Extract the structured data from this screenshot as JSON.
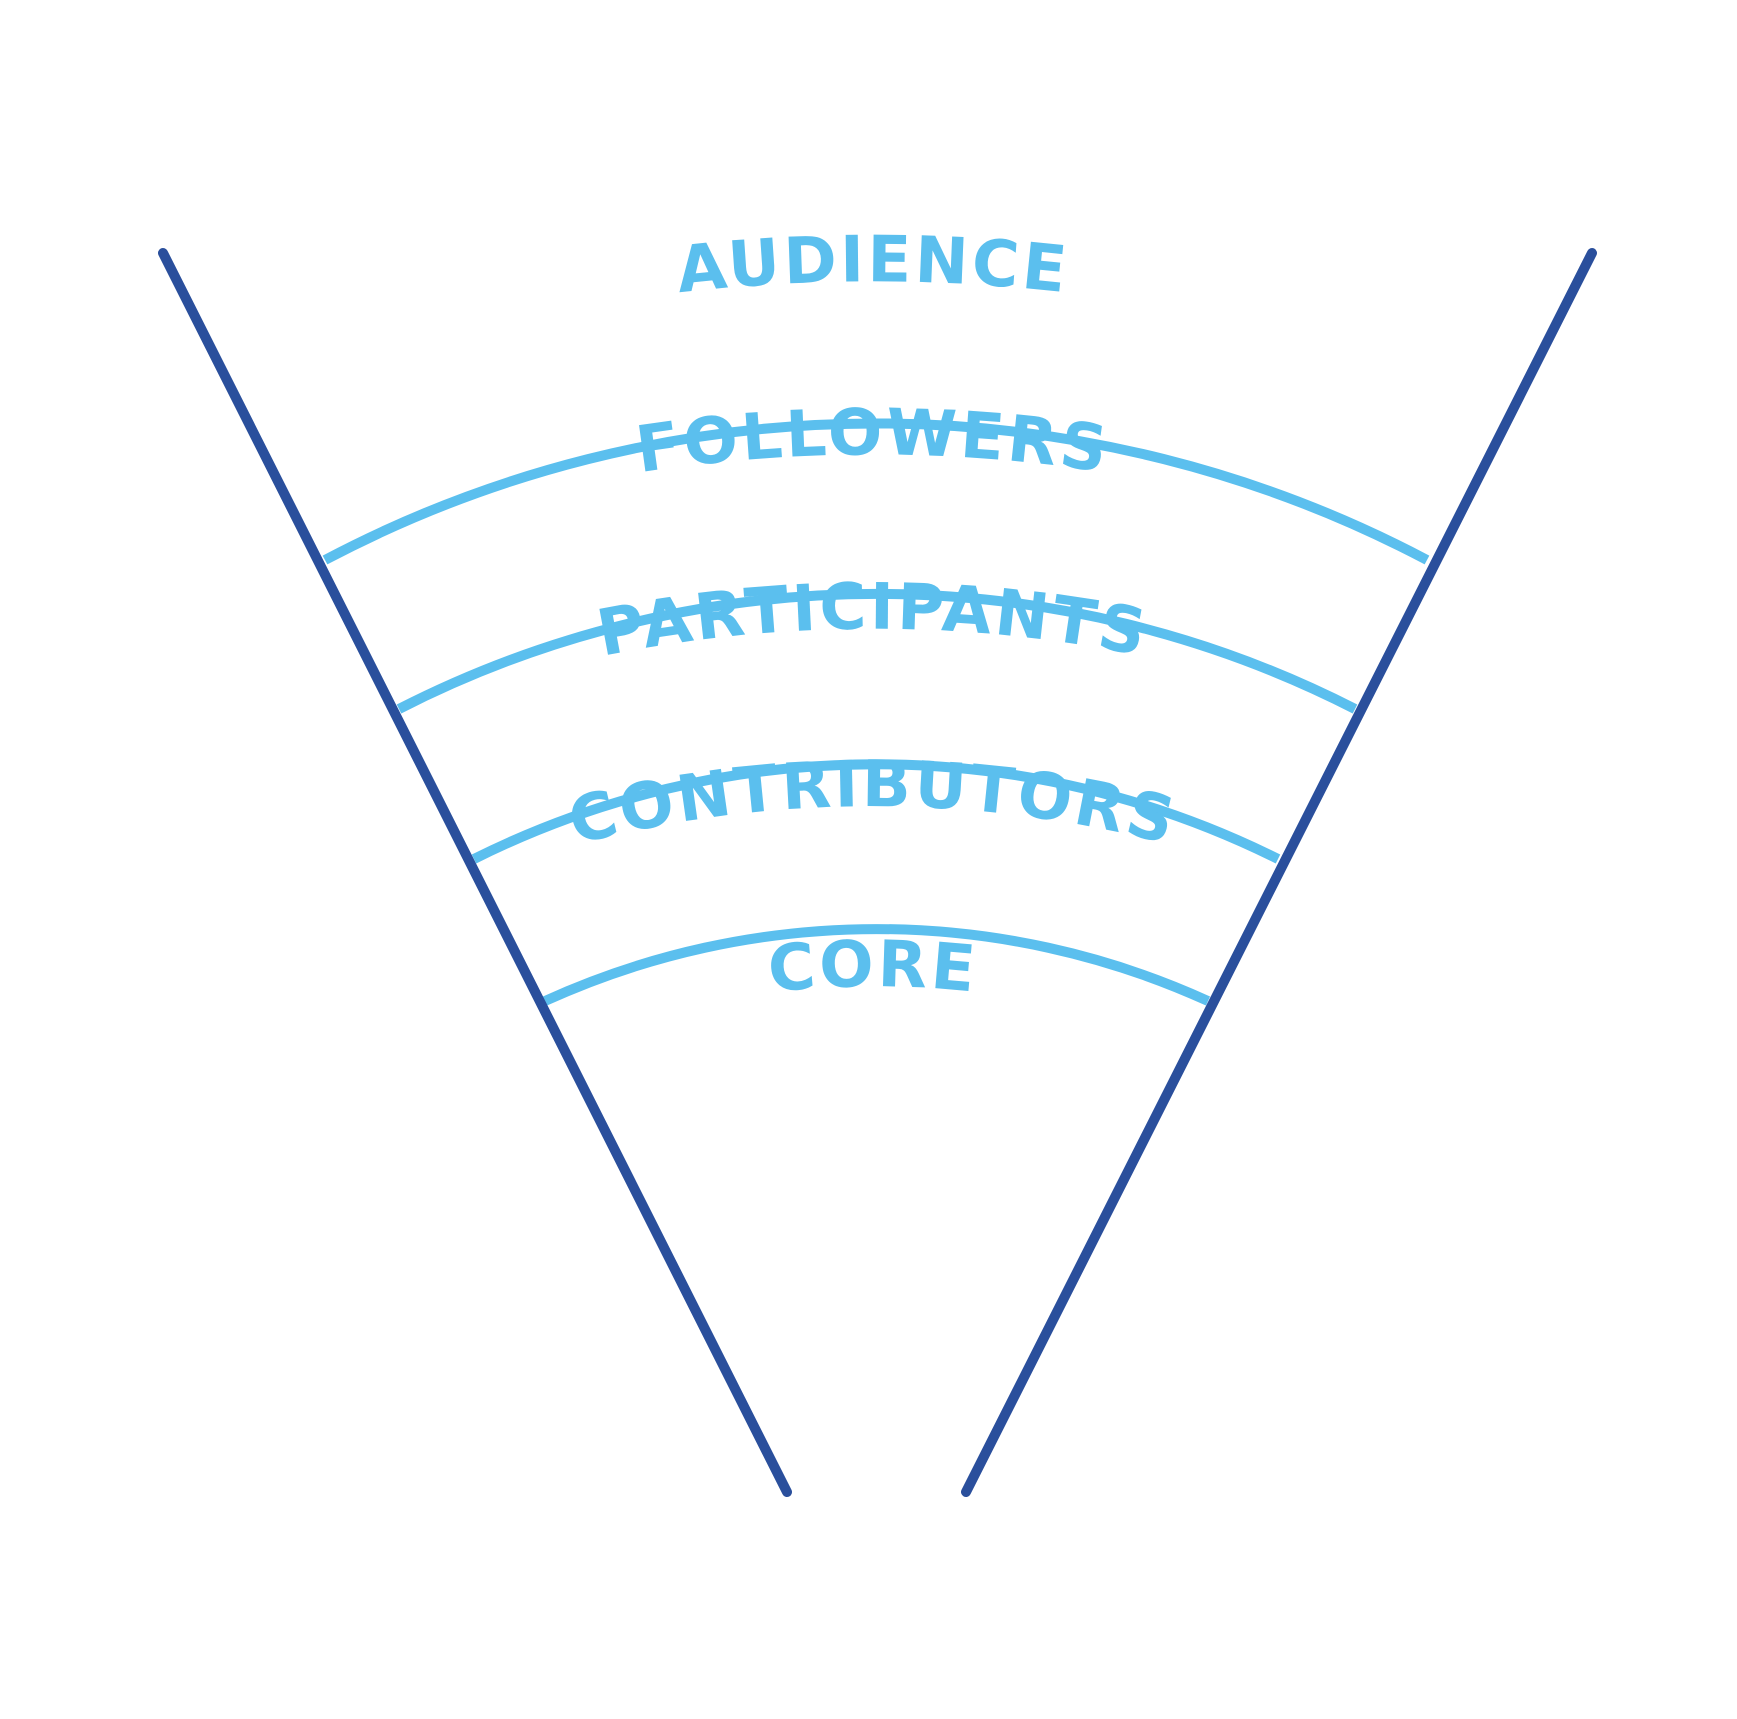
{
  "colors": {
    "funnel_edge": "#2a4f9c",
    "layer_arc": "#5bbfee",
    "label_text": "#5bbfee",
    "background": "#ffffff"
  },
  "layers": [
    {
      "key": "audience",
      "label": "AUDIENCE"
    },
    {
      "key": "followers",
      "label": "FOLLOWERS"
    },
    {
      "key": "participants",
      "label": "PARTICIPANTS"
    },
    {
      "key": "contributors",
      "label": "CONTRIBUTORS"
    },
    {
      "key": "core",
      "label": "CORE"
    }
  ]
}
